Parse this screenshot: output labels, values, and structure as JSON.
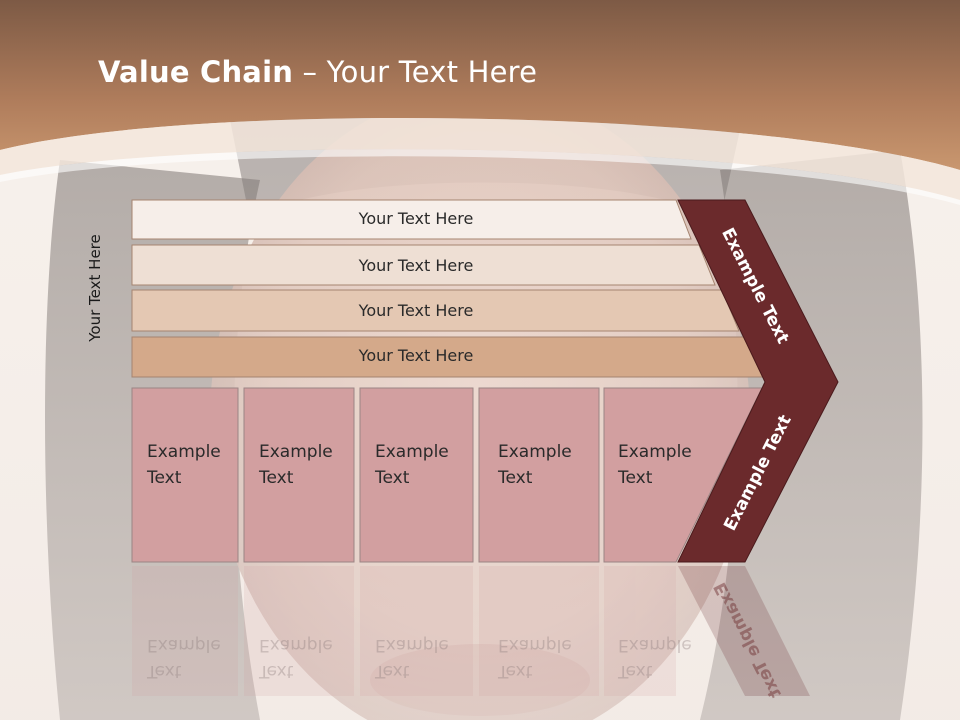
{
  "slide": {
    "title_bold": "Value Chain",
    "title_rest": " – Your Text Here",
    "side_label": "Your Text Here"
  },
  "rows": [
    {
      "label": "Your Text Here",
      "fill": "#f6eee9"
    },
    {
      "label": "Your Text Here",
      "fill": "#eedfd4"
    },
    {
      "label": "Your Text Here",
      "fill": "#e4c8b3"
    },
    {
      "label": "Your Text Here",
      "fill": "#d4a98a"
    }
  ],
  "activities": [
    {
      "line1": "Example",
      "line2": "Text"
    },
    {
      "line1": "Example",
      "line2": "Text"
    },
    {
      "line1": "Example",
      "line2": "Text"
    },
    {
      "line1": "Example",
      "line2": "Text"
    },
    {
      "line1": "Example",
      "line2": "Text"
    }
  ],
  "chevron": {
    "upper_text": "Example Text",
    "lower_text": "Example Text",
    "fill": "#6b2a2c"
  },
  "colors": {
    "header_band": "#c08b66",
    "activity_fill": "#d29fa0",
    "background": "#f6efe9"
  }
}
